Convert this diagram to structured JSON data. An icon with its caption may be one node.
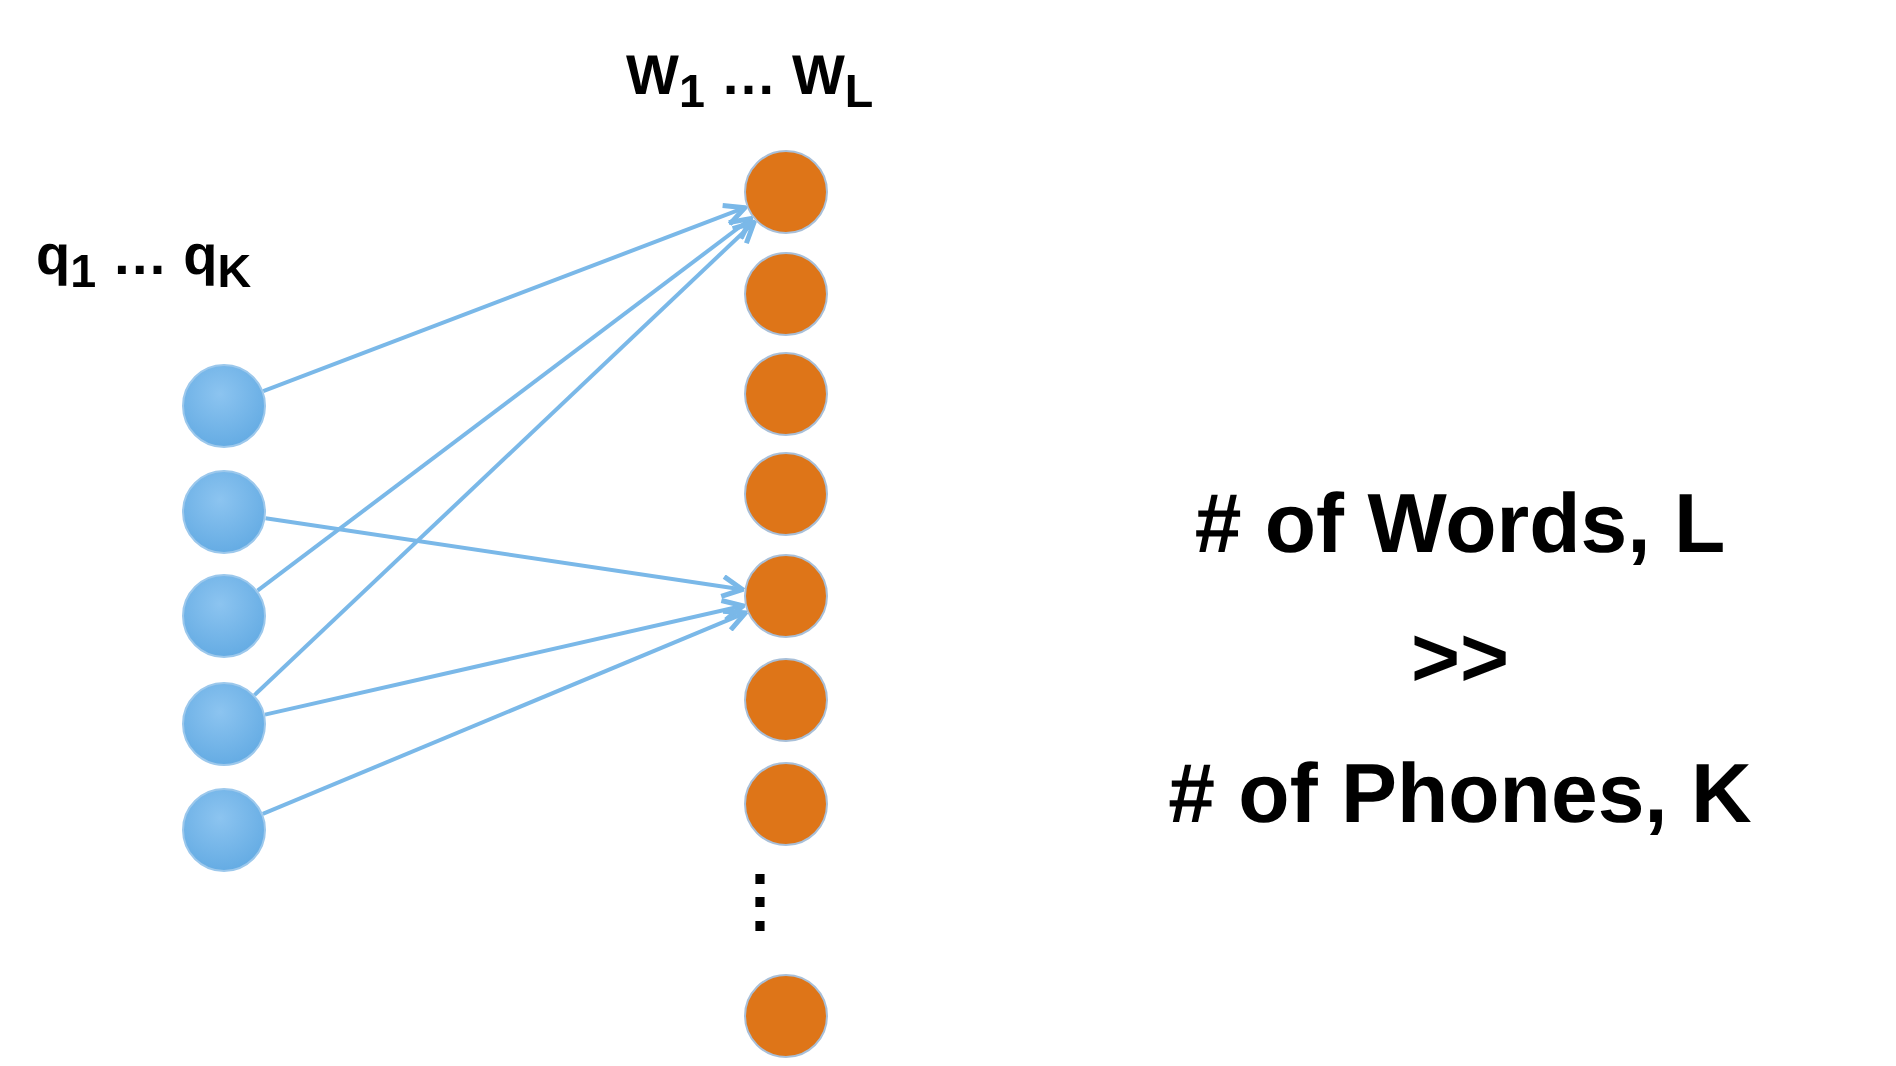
{
  "diagram": {
    "nodes": [
      {
        "text": [],
        "shape": "circle"
      },
      {
        "text": [],
        "shape": "circle"
      },
      {
        "text": [],
        "shape": "circle"
      },
      {
        "text": [],
        "shape": "circle"
      },
      {
        "text": [],
        "shape": "circle"
      },
      {
        "text": [],
        "shape": "circle"
      },
      {
        "text": [],
        "shape": "circle"
      },
      {
        "text": [],
        "shape": "circle"
      },
      {
        "text": [],
        "shape": "circle"
      },
      {
        "text": [],
        "shape": "circle"
      },
      {
        "text": [],
        "shape": "circle"
      },
      {
        "text": [],
        "shape": "circle"
      },
      {
        "text": [],
        "shape": "circle"
      }
    ],
    "edges": [
      {
        "from": 0,
        "to": 5,
        "arrow": "to"
      },
      {
        "from": 1,
        "to": 9,
        "arrow": "to"
      },
      {
        "from": 2,
        "to": 5,
        "arrow": "to"
      },
      {
        "from": 3,
        "to": 5,
        "arrow": "to"
      },
      {
        "from": 3,
        "to": 9,
        "arrow": "to"
      },
      {
        "from": 4,
        "to": 9,
        "arrow": "to"
      }
    ],
    "labels": [
      "W$_{1}$ … W$_{L}$",
      "q$_{1}$ … q$_{K}$",
      "# of Words, L",
      ">>",
      "⋮",
      "# of Phones, K"
    ]
  }
}
